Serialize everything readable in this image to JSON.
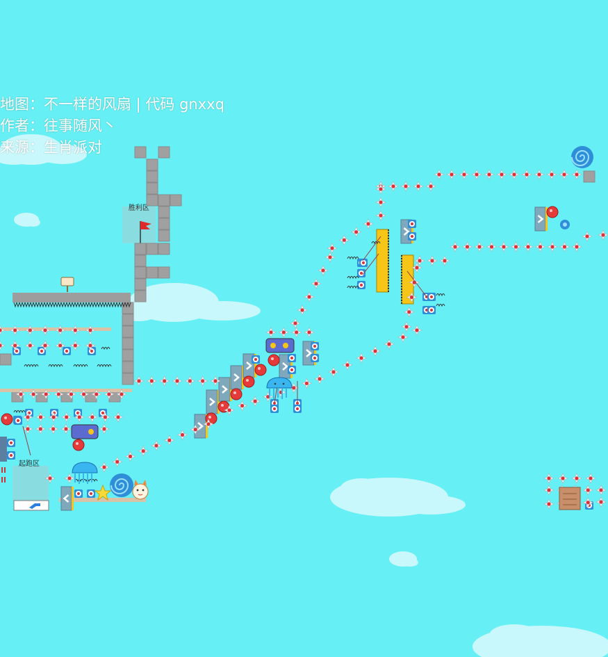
{
  "map_info": {
    "line1": "地图：不一样的风扇 | 代码 gnxxq",
    "line2": "作者：往事随风丶",
    "line3": "来源：生肖派对"
  },
  "zones": {
    "victory": "胜利区",
    "start": "起跑区"
  },
  "colors": {
    "sky": "#66f0f5",
    "cloud": "#c8f8fb",
    "block": "#a0a0a0",
    "zone_fill": "#8fd8dc",
    "spike_star": "#f5f5f5",
    "spike_core": "#d8323c",
    "fan_blue": "#2f8ed8",
    "yellow_block": "#f5c518",
    "flag_red": "#e02a2a"
  },
  "icons": [
    "flag-icon",
    "sign-icon",
    "spike-star-icon",
    "fan-icon",
    "portal-icon",
    "jellyfish-icon",
    "cat-mascot-icon",
    "yellow-star-icon",
    "boxing-glove-icon",
    "arrow-panel-icon",
    "crate-icon"
  ]
}
